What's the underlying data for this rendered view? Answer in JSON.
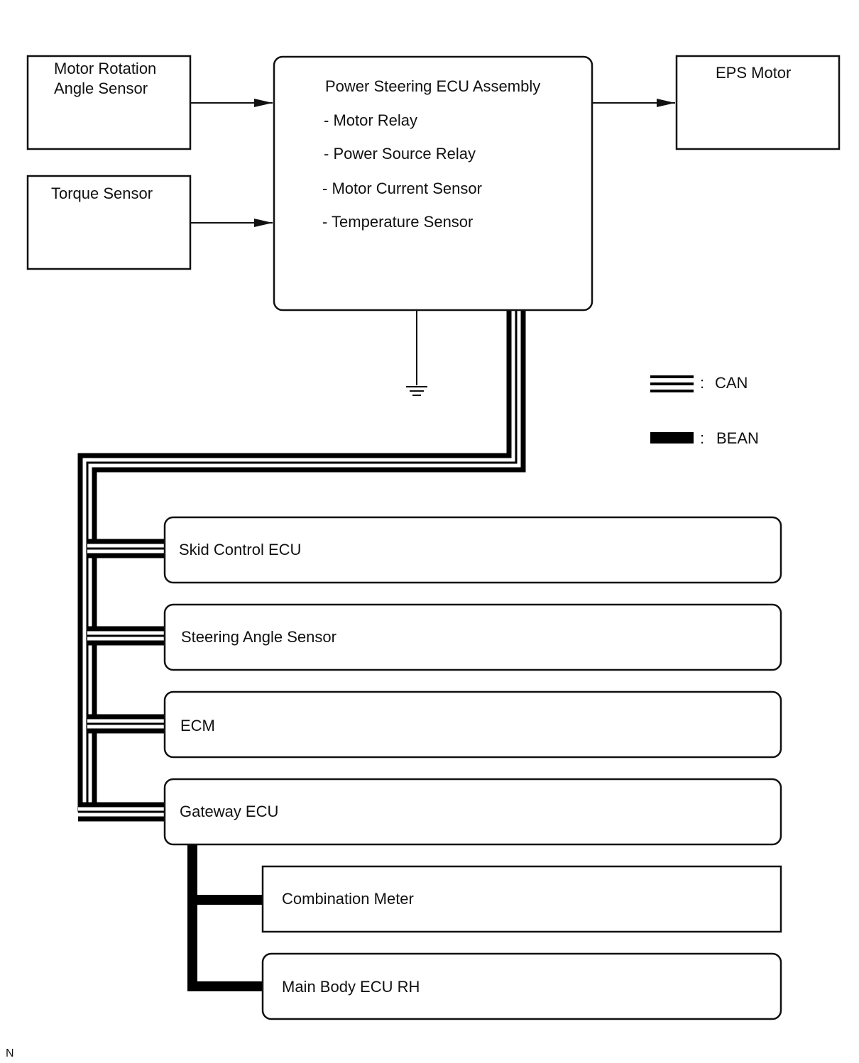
{
  "diagram": {
    "sensors": {
      "motor_rotation_line1": "Motor Rotation",
      "motor_rotation_line2": "Angle Sensor",
      "torque": "Torque Sensor"
    },
    "ecu": {
      "title": "Power Steering ECU Assembly",
      "items": [
        "- Motor Relay",
        "- Power Source Relay",
        "- Motor Current Sensor",
        "- Temperature Sensor"
      ]
    },
    "eps_motor": "EPS Motor",
    "legend": {
      "can_label": "CAN",
      "bean_label": "BEAN",
      "separator": ":"
    },
    "can_nodes": [
      "Skid Control ECU",
      "Steering Angle Sensor",
      "ECM",
      "Gateway ECU"
    ],
    "bean_nodes": [
      "Combination Meter",
      "Main Body ECU RH"
    ],
    "footer_mark": "N"
  }
}
